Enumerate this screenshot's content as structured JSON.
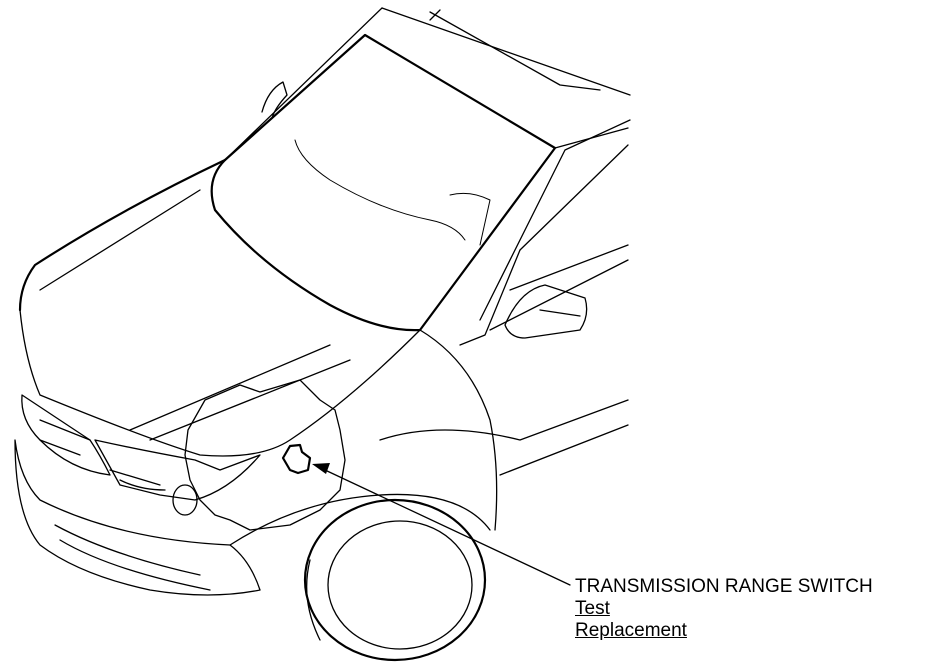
{
  "callout": {
    "title": "TRANSMISSION RANGE SWITCH",
    "links": [
      "Test",
      "Replacement"
    ]
  },
  "colors": {
    "line": "#000000",
    "background": "#ffffff"
  },
  "icons": {
    "component": "transmission-range-switch-icon",
    "pointer": "leader-arrow-icon"
  }
}
